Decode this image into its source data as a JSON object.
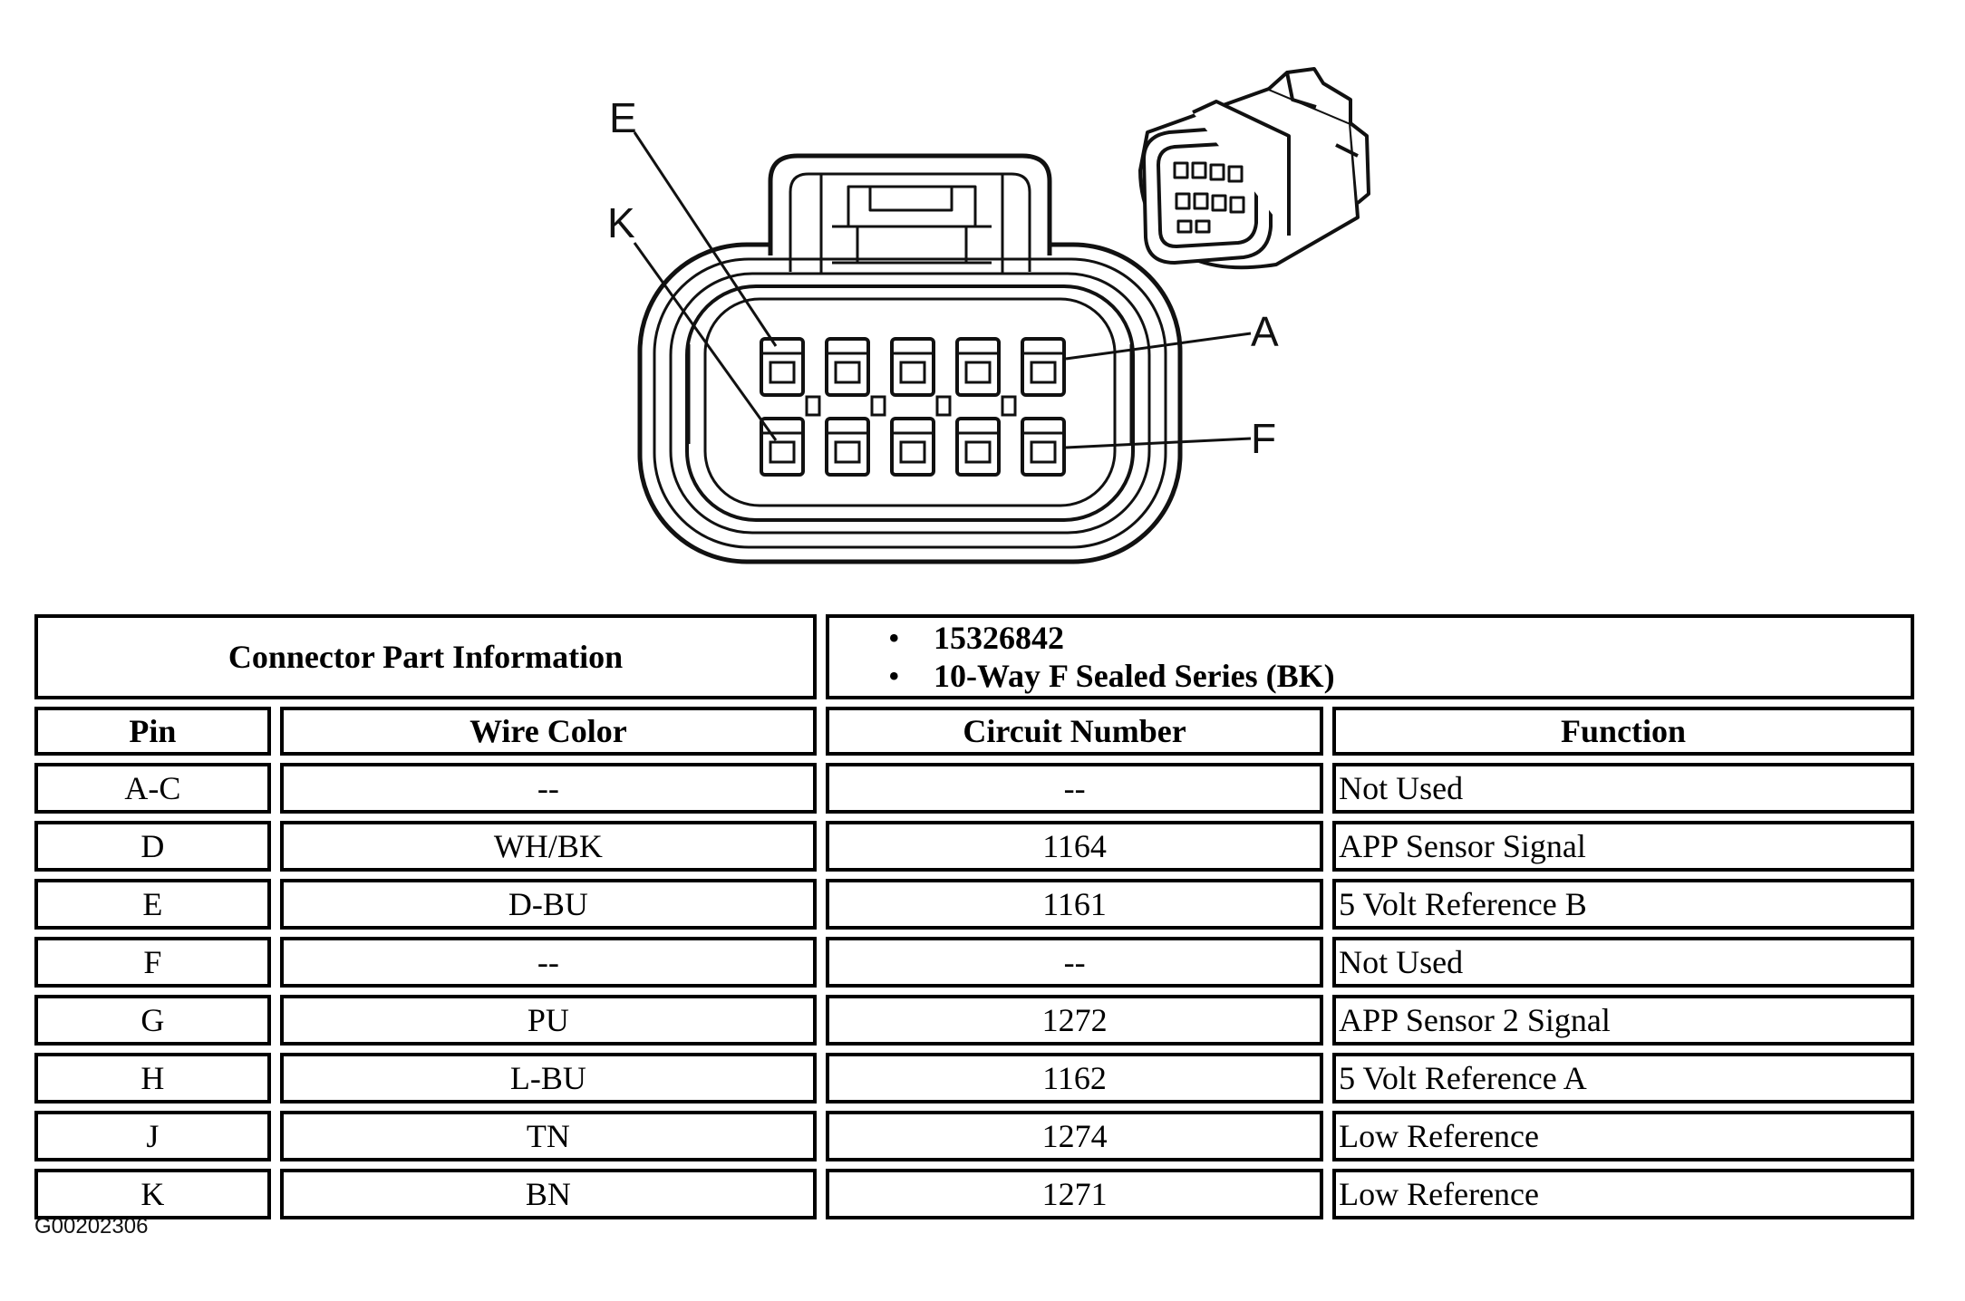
{
  "diagram": {
    "callouts": [
      "E",
      "K",
      "A",
      "F"
    ]
  },
  "part_info": {
    "label": "Connector Part Information",
    "items": [
      "15326842",
      "10-Way F Sealed Series (BK)"
    ]
  },
  "table": {
    "headers": [
      "Pin",
      "Wire Color",
      "Circuit Number",
      "Function"
    ],
    "rows": [
      [
        "A-C",
        "--",
        "--",
        "Not Used"
      ],
      [
        "D",
        "WH/BK",
        "1164",
        "APP Sensor Signal"
      ],
      [
        "E",
        "D-BU",
        "1161",
        "5 Volt Reference B"
      ],
      [
        "F",
        "--",
        "--",
        "Not Used"
      ],
      [
        "G",
        "PU",
        "1272",
        "APP Sensor 2 Signal"
      ],
      [
        "H",
        "L-BU",
        "1162",
        "5 Volt Reference A"
      ],
      [
        "J",
        "TN",
        "1274",
        "Low Reference"
      ],
      [
        "K",
        "BN",
        "1271",
        "Low Reference"
      ]
    ]
  },
  "figure_code": "G00202306"
}
